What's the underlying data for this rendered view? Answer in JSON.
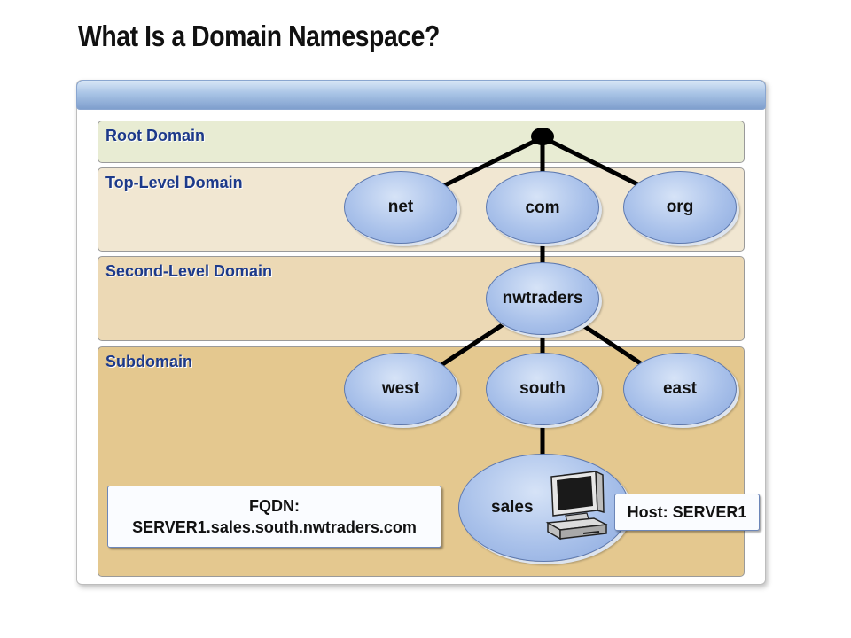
{
  "title": "What Is a Domain Namespace?",
  "levels": {
    "root": "Root Domain",
    "top": "Top-Level Domain",
    "second": "Second-Level Domain",
    "sub": "Subdomain"
  },
  "nodes": {
    "net": "net",
    "com": "com",
    "org": "org",
    "nwtraders": "nwtraders",
    "west": "west",
    "south": "south",
    "east": "east",
    "sales": "sales"
  },
  "fqdn": {
    "label": "FQDN:",
    "value": "SERVER1.sales.south.nwtraders.com"
  },
  "host": {
    "label": "Host: SERVER1"
  },
  "icons": [
    "computer-icon"
  ],
  "colors": {
    "root_band": "#e8ecd3",
    "top_band": "#f1e7d2",
    "second_band": "#ecd9b5",
    "sub_band": "#e4c88f",
    "node_fill": "#a9c1ea",
    "label_text": "#1d3a8a"
  }
}
